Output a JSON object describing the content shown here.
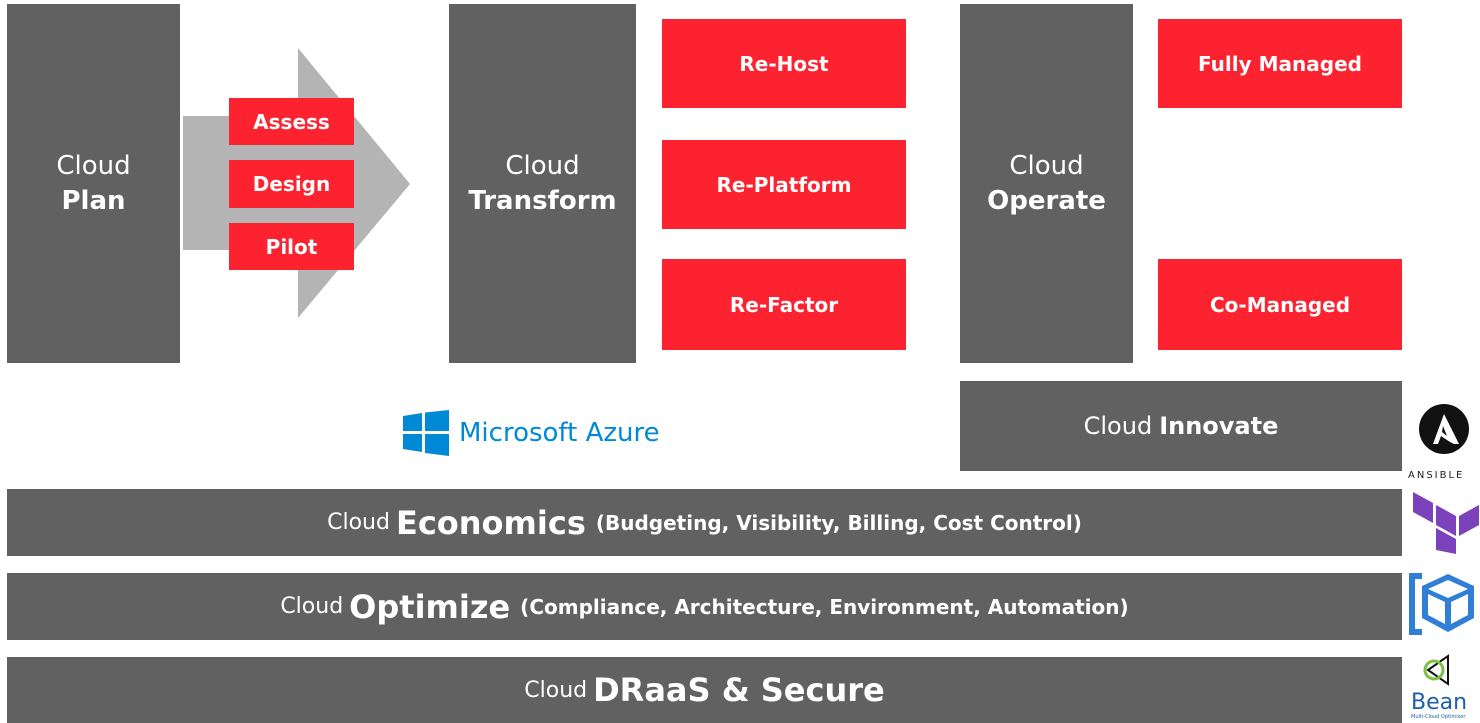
{
  "plan": {
    "line1": "Cloud",
    "line2": "Plan"
  },
  "plan_steps": [
    "Assess",
    "Design",
    "Pilot"
  ],
  "transform": {
    "line1": "Cloud",
    "line2": "Transform"
  },
  "transform_options": [
    "Re-Host",
    "Re-Platform",
    "Re-Factor"
  ],
  "operate": {
    "line1": "Cloud",
    "line2": "Operate"
  },
  "operate_options": [
    "Fully Managed",
    "Co-Managed"
  ],
  "innovate": {
    "prefix": "Cloud",
    "main": "Innovate"
  },
  "azure": {
    "label": "Microsoft Azure"
  },
  "economics": {
    "prefix": "Cloud",
    "main": "Economics",
    "details": "(Budgeting, Visibility, Billing, Cost Control)"
  },
  "optimize": {
    "prefix": "Cloud",
    "main": "Optimize",
    "details": "(Compliance, Architecture, Environment, Automation)"
  },
  "draas": {
    "prefix": "Cloud",
    "main": "DRaaS & Secure"
  },
  "tools": {
    "ansible": "ANSIBLE",
    "bean": "Bean",
    "bean_sub": "Multi-Cloud Optimizer"
  },
  "colors": {
    "gray": "#616161",
    "red": "#fd2230",
    "arrow": "#b4b4b4",
    "azure_blue": "#0089d6"
  }
}
